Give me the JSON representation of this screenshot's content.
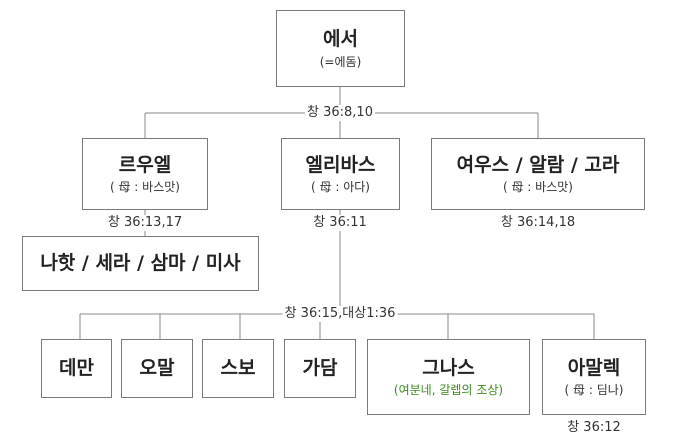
{
  "root": {
    "name": "에서",
    "sub": "(=에돔)"
  },
  "refs": {
    "root_children": "창 36:8,10",
    "reuel": "창 36:13,17",
    "eliphaz": "창 36:11",
    "jeush": "창 36:14,18",
    "eliphaz_children": "창 36:15,대상1:36",
    "amalek": "창 36:12"
  },
  "gen1": {
    "reuel": {
      "name": "르우엘",
      "sub": "( 母 : 바스맛)"
    },
    "eliphaz": {
      "name": "엘리바스",
      "sub": "( 母 : 아다)"
    },
    "jeush": {
      "name": "여우스 / 알람 / 고라",
      "sub": "( 母 : 바스맛)"
    }
  },
  "reuel_children": {
    "name": "나핫 / 세라 / 삼마 / 미사"
  },
  "eliphaz_children": {
    "teman": {
      "name": "데만"
    },
    "omar": {
      "name": "오말"
    },
    "zepho": {
      "name": "스보"
    },
    "gatam": {
      "name": "가담"
    },
    "kenaz": {
      "name": "그나스",
      "sub": "(여분네, 갈렙의 조상)"
    },
    "amalek": {
      "name": "아말렉",
      "sub": "( 母 : 딤나)"
    }
  },
  "colors": {
    "line": "#888888",
    "border": "#7a7a7a",
    "accent_green": "#3d8b1f"
  }
}
